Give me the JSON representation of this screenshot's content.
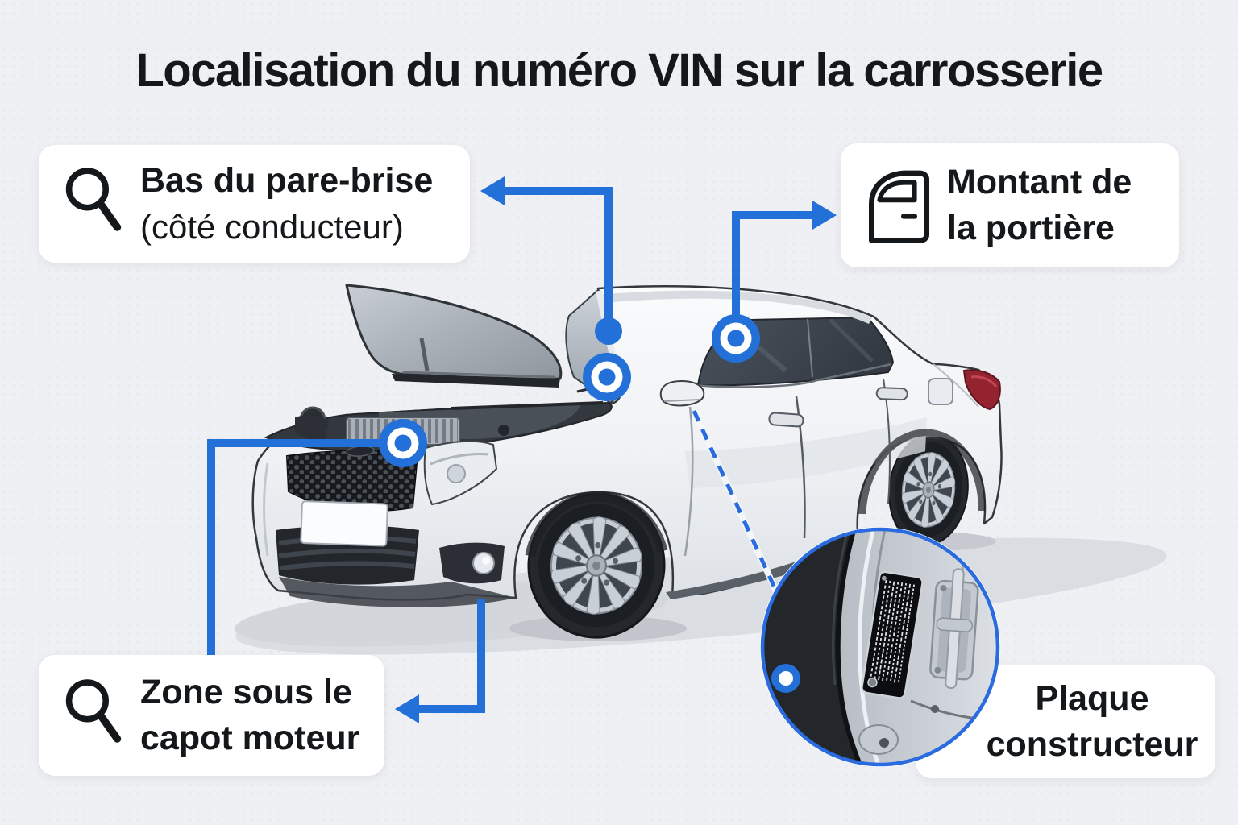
{
  "title": "Localisation du numéro VIN sur la carrosserie",
  "colors": {
    "accent": "#2470d9",
    "background": "#eef0f3",
    "card": "#ffffff",
    "text": "#15181b"
  },
  "callouts": {
    "windshield": {
      "line1": "Bas du pare-brise",
      "line2": "(côté conducteur)",
      "icon": "magnifier-icon"
    },
    "door_pillar": {
      "line1": "Montant de",
      "line2": "la portière",
      "icon": "car-door-icon"
    },
    "under_hood": {
      "line1": "Zone sous le",
      "line2": "capot moteur",
      "icon": "magnifier-icon"
    },
    "manufacturer_plate": {
      "line1": "Plaque",
      "line2": "constructeur"
    }
  }
}
